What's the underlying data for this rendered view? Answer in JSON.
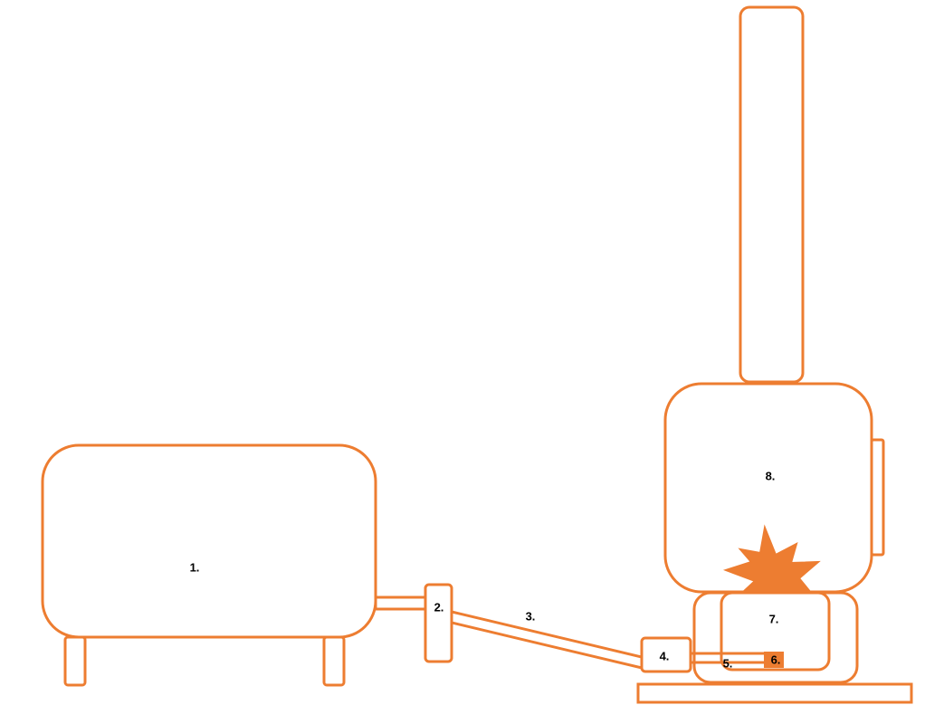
{
  "colors": {
    "stroke": "#ED7D31",
    "label": "#000000",
    "background": "#FFFFFF"
  },
  "labels": {
    "l1": "1.",
    "l2": "2.",
    "l3": "3.",
    "l4": "4.",
    "l5": "5.",
    "l6": "6.",
    "l7": "7.",
    "l8": "8."
  }
}
